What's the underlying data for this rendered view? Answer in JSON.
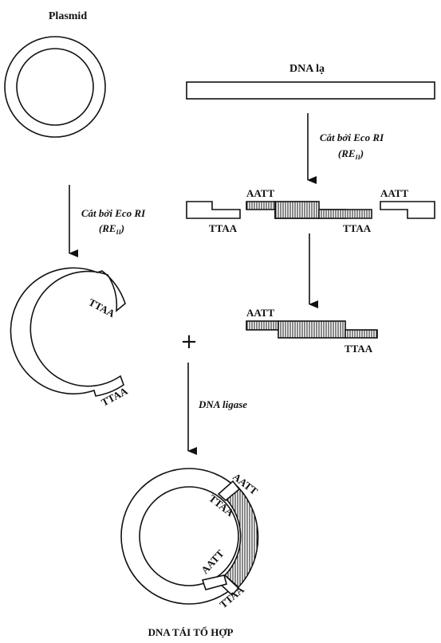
{
  "title_plasmid": "Plasmid",
  "title_foreign_dna": "DNA lạ",
  "cut_label": "Cắt bởi Eco RI",
  "cut_enzyme_main": "(RE",
  "cut_enzyme_sub": "II",
  "cut_enzyme_close": ")",
  "ligase_label": "DNA ligase",
  "plus_sign": "+",
  "sticky_end_top": "AATT",
  "sticky_end_bottom": "TTAA",
  "result_label": "DNA  TÁI TỔ HỢP",
  "colors": {
    "line": "#111111",
    "background": "#ffffff"
  }
}
